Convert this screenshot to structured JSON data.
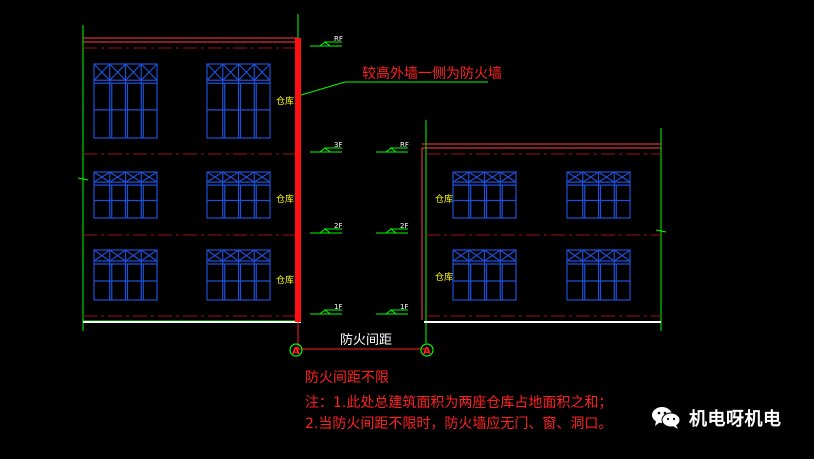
{
  "drawing": {
    "callout": "较高外墙一侧为防火墙",
    "distance_label": "防火间距",
    "axis_mark": "A",
    "room_label": "仓库",
    "left_levels": [
      "RF",
      "3F",
      "2F",
      "1F"
    ],
    "right_levels": [
      "RF",
      "2F",
      "1F"
    ]
  },
  "notes": {
    "heading": "防火间距不限",
    "line1": "注：1.此处总建筑面积为两座仓库占地面积之和；",
    "line2": "2.当防火间距不限时，防火墙应无门、窗、洞口。"
  },
  "watermark": {
    "text": "机电呀机电",
    "icon": "wechat-icon"
  },
  "colors": {
    "background": "#000000",
    "outline": "#00ff00",
    "windows": "#1e4fd6",
    "firewall": "#ff1010",
    "notes": "#ff2020",
    "labels": "#ffff00"
  }
}
